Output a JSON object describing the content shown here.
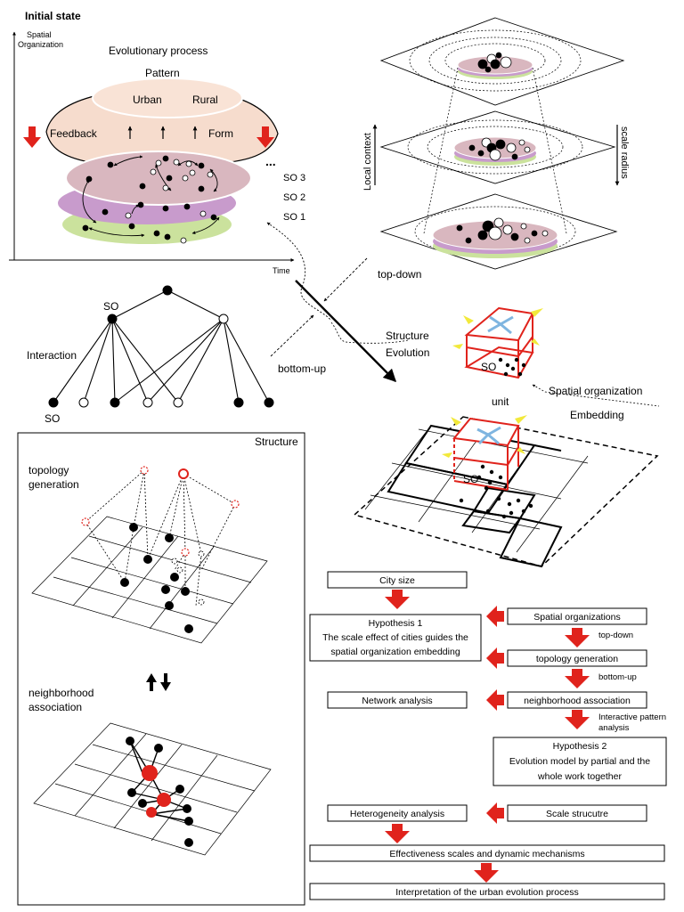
{
  "top_left": {
    "title": "Initial state",
    "y_axis": "Spatial Organization",
    "x_axis": "Time",
    "process_title": "Evolutionary process",
    "pattern": "Pattern",
    "urban": "Urban",
    "rural": "Rural",
    "feedback": "Feedback",
    "form": "Form",
    "ellipsis": "...",
    "so3": "SO 3",
    "so2": "SO 2",
    "so1": "SO 1"
  },
  "top_right": {
    "local_context": "Local context",
    "scale_radius": "scale radius"
  },
  "middle": {
    "so_top": "SO",
    "interaction": "Interaction",
    "so_bottom": "SO",
    "top_down": "top-down",
    "bottom_up": "bottom-up",
    "structure": "Structure",
    "evolution": "Evolution",
    "so_unit": "SO",
    "spatial_organization": "Spatial organization",
    "unit": "unit",
    "embedding": "Embedding",
    "so_grid": "SO"
  },
  "structure_panel": {
    "title": "Structure",
    "topology_generation": "topology\ngeneration",
    "neighborhood_association": "neighborhood\nassociation",
    "swap_icon": "up-down-arrows-icon"
  },
  "flowchart": {
    "city_size": "City size",
    "hypothesis1_title": "Hypothesis 1",
    "hypothesis1_text": "The scale effect of cities guides the\nspatial organization embedding",
    "spatial_organizations": "Spatial organizations",
    "top_down": "top-down",
    "topology_generation": "topology generation",
    "bottom_up": "bottom-up",
    "network_analysis": "Network analysis",
    "neighborhood_association": "neighborhood association",
    "interactive_pattern": "Interactive pattern\nanalysis",
    "hypothesis2_title": "Hypothesis 2",
    "hypothesis2_text": "Evolution model by partial and the\nwhole work together",
    "heterogeneity": "Heterogeneity analysis",
    "scale_structure": "Scale strucutre",
    "effectiveness": "Effectiveness scales and dynamic mechanisms",
    "interpretation": "Interpretation of the urban evolution process"
  },
  "colors": {
    "red": "#e0231c",
    "pink_layer": "#d9b7bf",
    "purple_layer": "#c89bcc",
    "green_layer": "#cbe29d",
    "peach": "#f6dccd",
    "blue_arrow": "#7fb5e0",
    "yellow_arrow": "#f2e93b"
  }
}
